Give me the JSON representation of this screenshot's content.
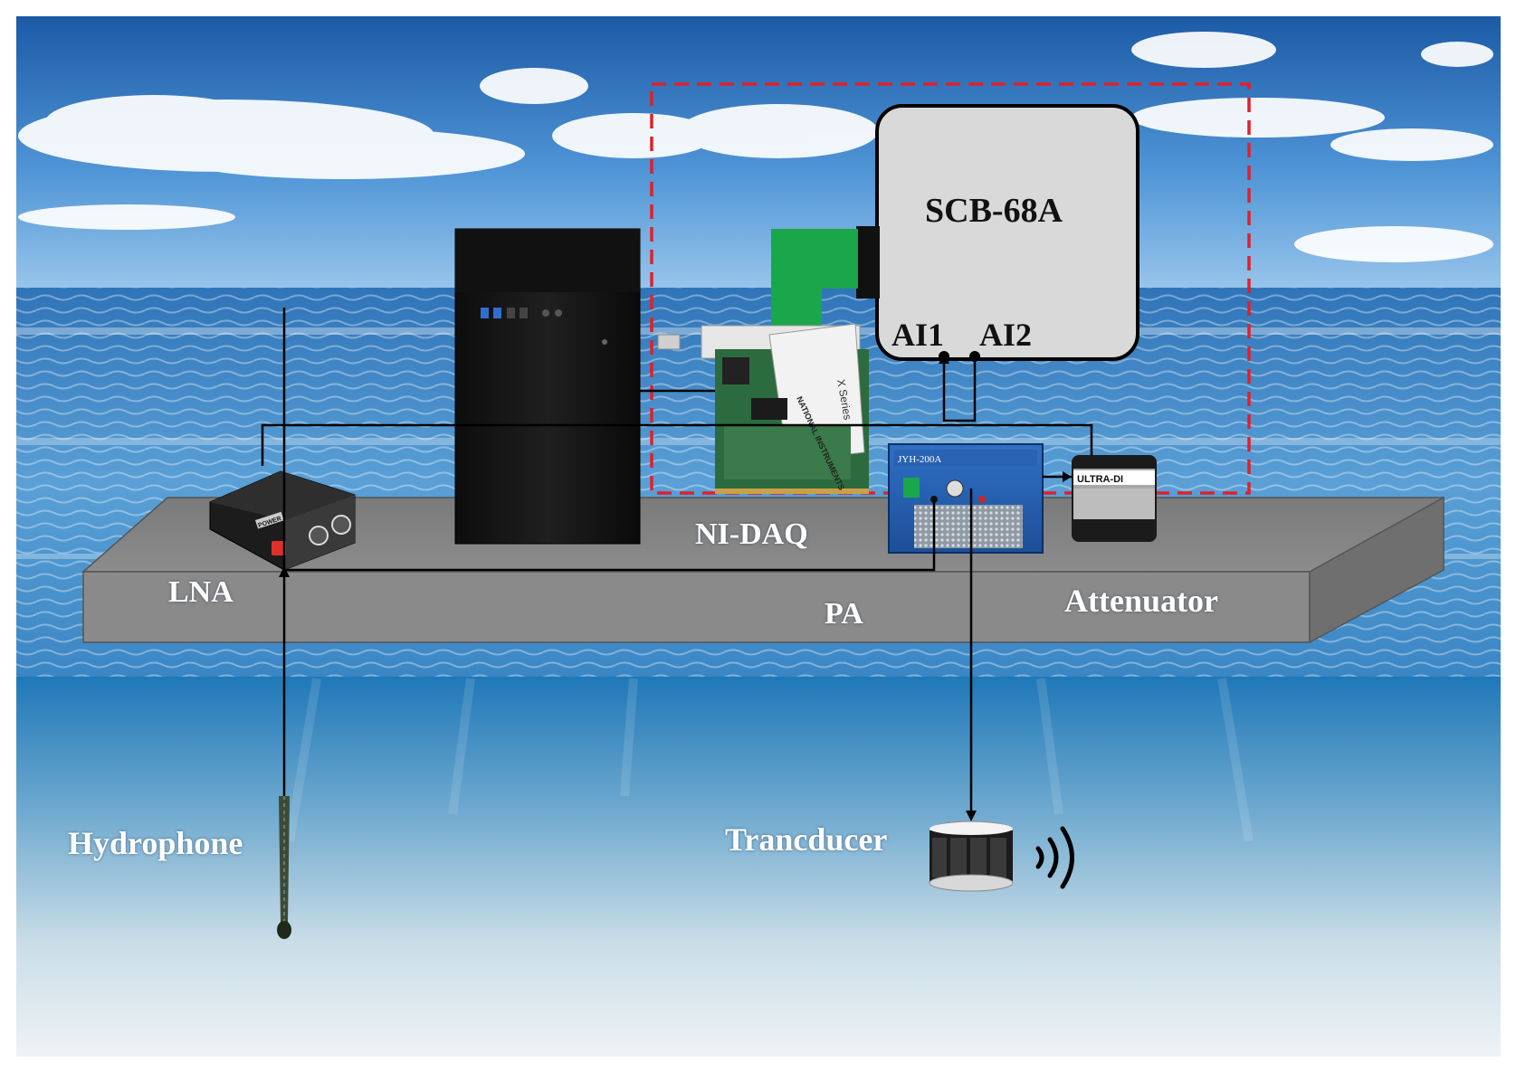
{
  "diagram": {
    "labels": {
      "scb": "SCB-68A",
      "ai1": "AI1",
      "ai2": "AI2",
      "nidaq": "NI-DAQ",
      "lna": "LNA",
      "pa": "PA",
      "attenuator": "Attenuator",
      "hydrophone": "Hydrophone",
      "transducer": "Trancducer"
    },
    "devices": {
      "lna_brand": "POWER",
      "pa_model": "JYH-200A",
      "attenuator_brand": "ULTRA-DI",
      "daq_card_series": "X Series",
      "daq_card_maker": "NATIONAL INSTRUMENTS"
    },
    "colors": {
      "sky_top": "#1f63b0",
      "sky_low": "#7fb6e6",
      "sea": "#3d82c2",
      "underwater_top": "#2a7fbc",
      "underwater_bottom": "#e8f0f4",
      "platform": "#8a8a8a",
      "dashed_box": "#e0202a",
      "scb_box": "#d9d9d9",
      "wire": "#000000"
    }
  }
}
